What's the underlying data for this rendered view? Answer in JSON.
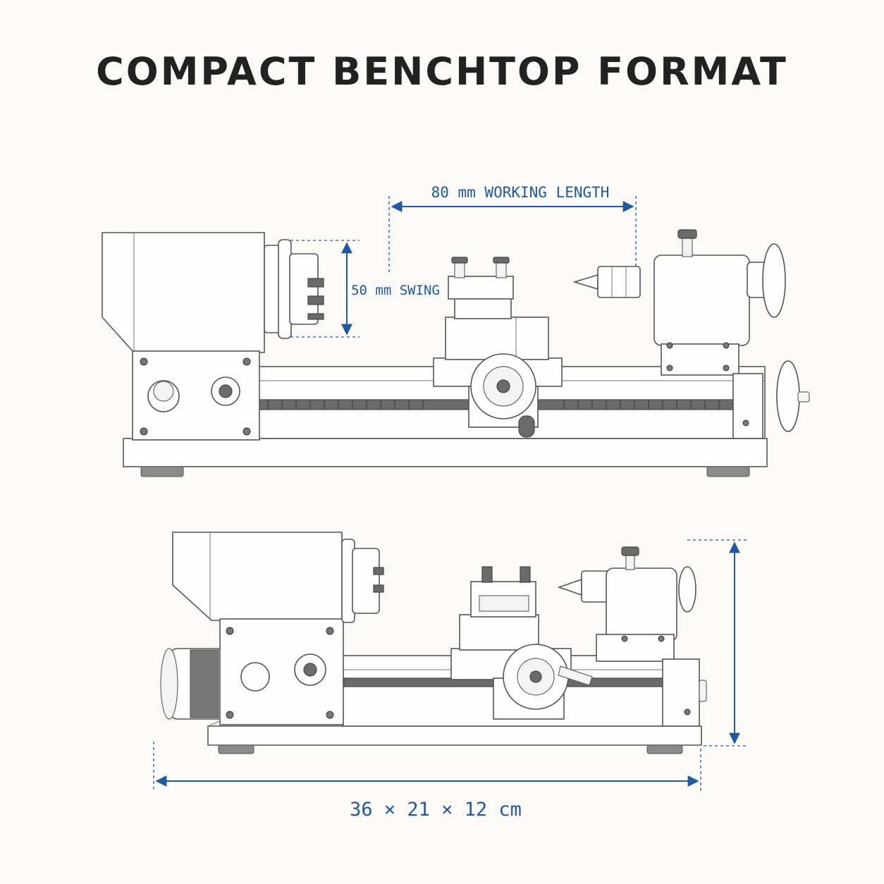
{
  "title": "COMPACT BENCHTOP FORMAT",
  "annotations": {
    "working_length": "80 mm WORKING LENGTH",
    "swing": "50 mm SWING",
    "overall_dimensions": "36 × 21 × 12 cm"
  },
  "colors": {
    "dimension": "#1d5aa3",
    "title": "#222222",
    "background": "#fbfaf6"
  }
}
